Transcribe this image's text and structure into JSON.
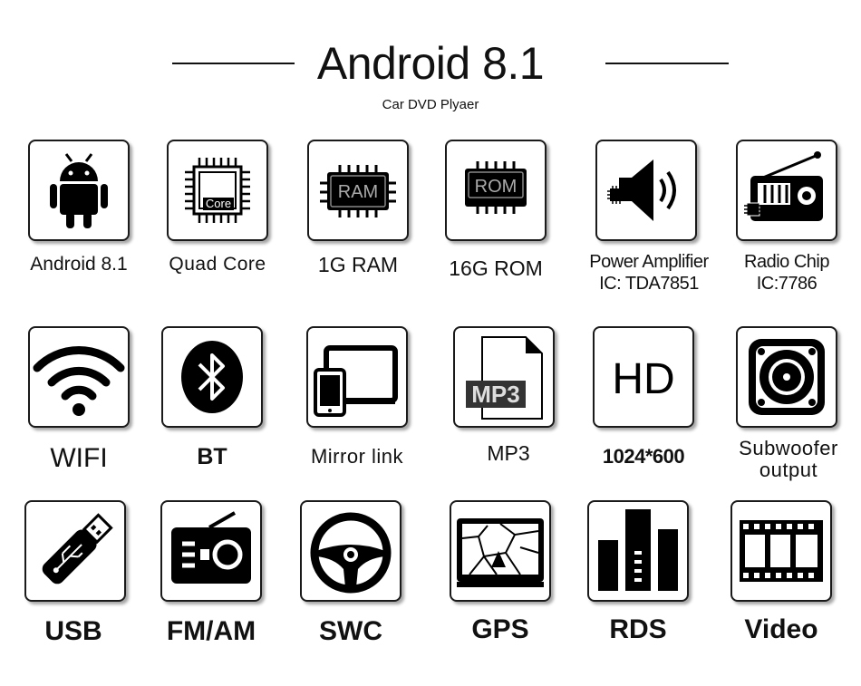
{
  "title": "Android 8.1",
  "subtitle": "Car DVD Plyaer",
  "features": [
    {
      "icon": "android-icon",
      "line1": "Android 8.1",
      "line2": ""
    },
    {
      "icon": "cpu-core-icon",
      "line1": "Quad Core",
      "line2": "",
      "chip_text": "Core"
    },
    {
      "icon": "ram-chip-icon",
      "line1": "1G RAM",
      "line2": "",
      "chip_text": "RAM"
    },
    {
      "icon": "rom-chip-icon",
      "line1": "16G ROM",
      "line2": "",
      "chip_text": "ROM"
    },
    {
      "icon": "speaker-amplifier-icon",
      "line1": "Power Amplifier",
      "line2": "IC: TDA7851"
    },
    {
      "icon": "radio-icon",
      "line1": "Radio Chip",
      "line2": "IC:7786"
    },
    {
      "icon": "wifi-icon",
      "line1": "WIFI",
      "line2": ""
    },
    {
      "icon": "bluetooth-icon",
      "line1": "BT",
      "line2": ""
    },
    {
      "icon": "mirror-link-icon",
      "line1": "Mirror link",
      "line2": ""
    },
    {
      "icon": "mp3-file-icon",
      "line1": "MP3",
      "line2": "",
      "chip_text": "MP3"
    },
    {
      "icon": "hd-icon",
      "line1": "1024*600",
      "line2": "",
      "chip_text": "HD"
    },
    {
      "icon": "subwoofer-icon",
      "line1": "Subwoofer",
      "line2": "output"
    },
    {
      "icon": "usb-drive-icon",
      "line1": "USB",
      "line2": ""
    },
    {
      "icon": "fm-radio-icon",
      "line1": "FM/AM",
      "line2": ""
    },
    {
      "icon": "steering-wheel-icon",
      "line1": "SWC",
      "line2": ""
    },
    {
      "icon": "gps-map-icon",
      "line1": "GPS",
      "line2": ""
    },
    {
      "icon": "rds-bars-icon",
      "line1": "RDS",
      "line2": ""
    },
    {
      "icon": "film-strip-icon",
      "line1": "Video",
      "line2": ""
    }
  ]
}
